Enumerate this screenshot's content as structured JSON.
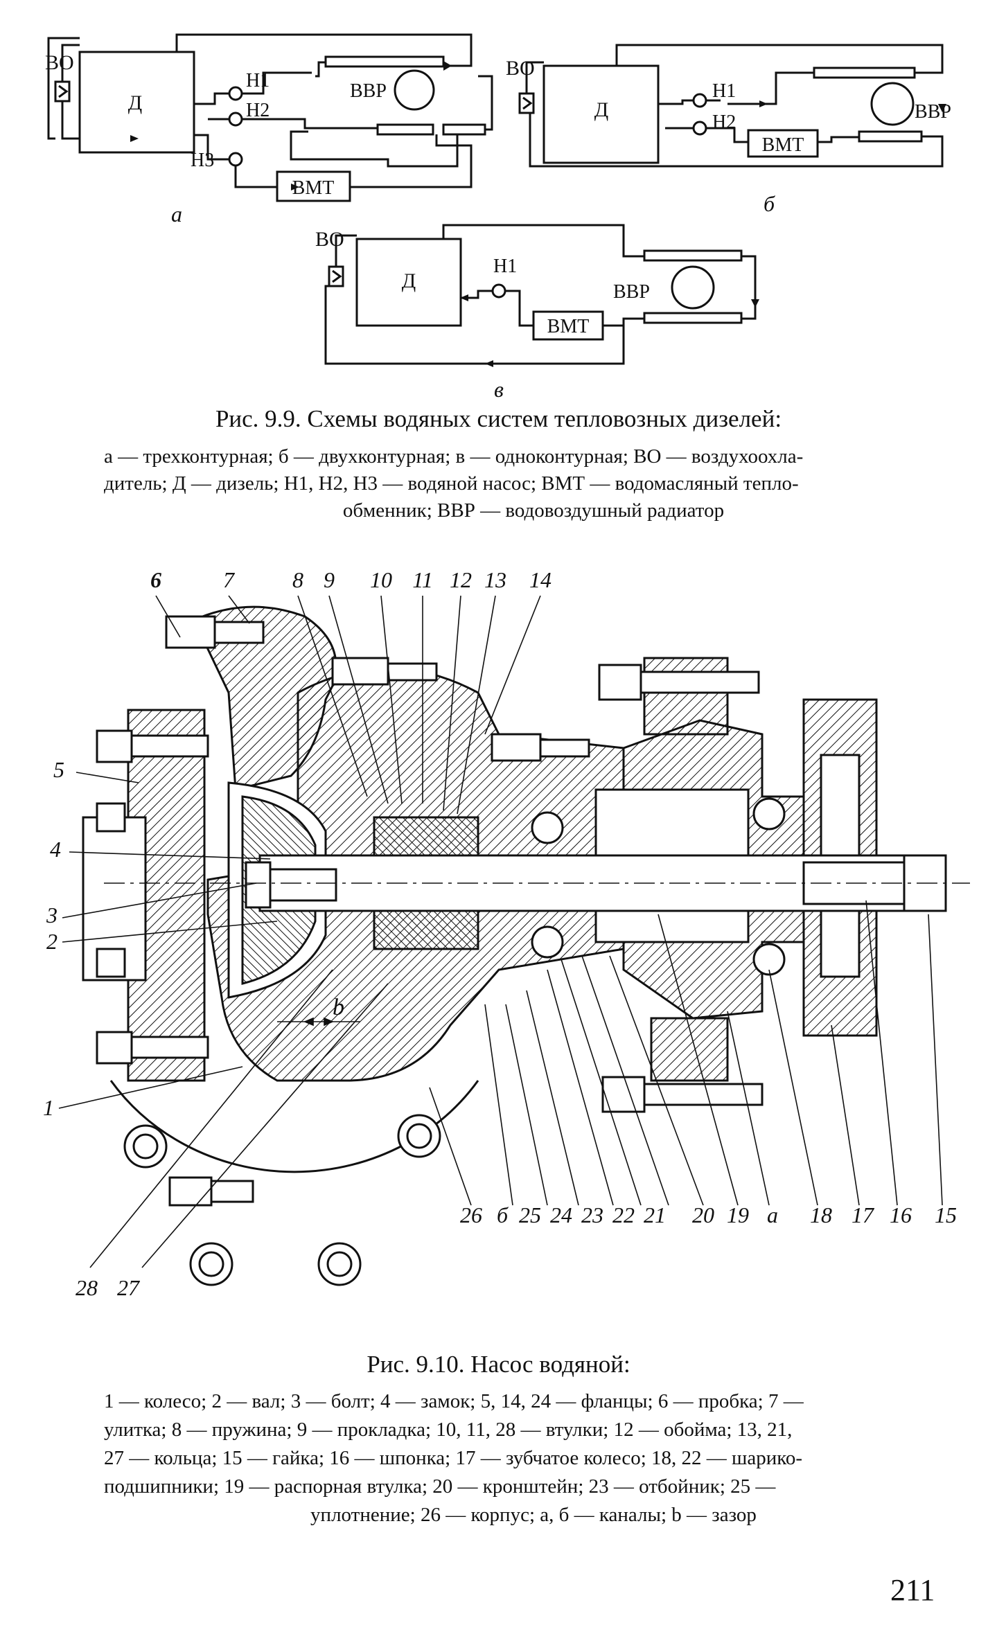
{
  "fig99": {
    "panel_a": {
      "label": "а",
      "vo": "ВО",
      "d": "Д",
      "h1": "Н1",
      "h2": "Н2",
      "h3": "Н3",
      "vvr": "ВВР",
      "vmt": "ВМТ"
    },
    "panel_b": {
      "label": "б",
      "vo": "ВО",
      "d": "Д",
      "h1": "Н1",
      "h2": "Н2",
      "vvr": "ВВР",
      "vmt": "ВМТ"
    },
    "panel_v": {
      "label": "в",
      "vo": "ВО",
      "d": "Д",
      "h1": "Н1",
      "vvr": "ВВР",
      "vmt": "ВМТ"
    },
    "title": "Рис. 9.9. Схемы водяных систем тепловозных дизелей:",
    "legend_lines": [
      "а — трехконтурная; б — двухконтурная; в — одноконтурная; ВО — воздухоохла-",
      "дитель; Д — дизель; Н1, Н2, Н3 — водяной насос; ВМТ — водомасляный тепло-",
      "обменник; ВВР — водовоздушный радиатор"
    ]
  },
  "fig910": {
    "callouts_top": [
      "6",
      "7",
      "8",
      "9",
      "10",
      "11",
      "12",
      "13",
      "14"
    ],
    "callouts_left": [
      "5",
      "4",
      "3",
      "2",
      "1"
    ],
    "callouts_bottom": [
      "26",
      "б",
      "25",
      "24",
      "23",
      "22",
      "21",
      "20",
      "19",
      "а",
      "18",
      "17",
      "16",
      "15"
    ],
    "callouts_lower_left": [
      "28",
      "27"
    ],
    "gap_label": "b",
    "title": "Рис. 9.10. Насос водяной:",
    "legend_lines": [
      "1 — колесо; 2 — вал; 3 — болт; 4 — замок; 5, 14, 24 — фланцы; 6 — пробка; 7 —",
      "улитка; 8 — пружина; 9 — прокладка; 10, 11, 28 — втулки; 12 — обойма; 13, 21,",
      "27 — кольца; 15 — гайка; 16 — шпонка; 17 — зубчатое колесо; 18, 22 — шарико-",
      "подшипники; 19 — распорная втулка; 20 — кронштейн; 23 — отбойник; 25 —",
      "уплотнение; 26 — корпус; а, б — каналы; b — зазор"
    ]
  },
  "page_number": "211"
}
